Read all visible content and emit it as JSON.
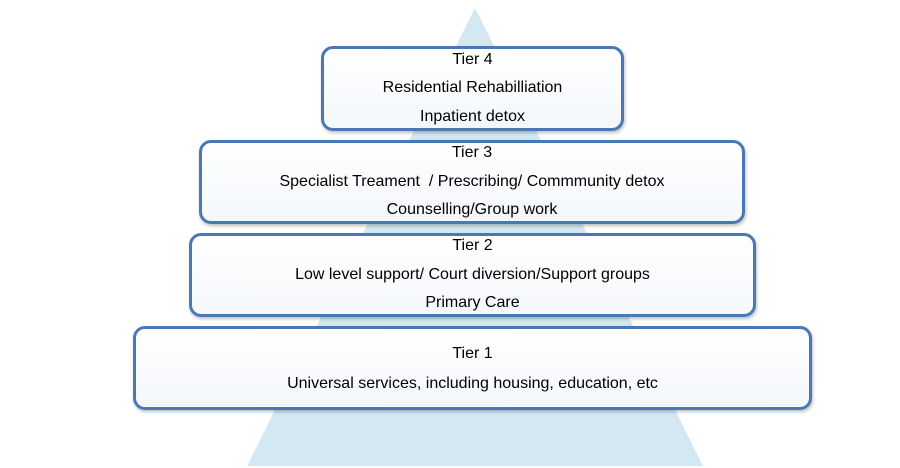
{
  "colors": {
    "pyramid_fill": "#d3e8f2",
    "box_border": "#4a78b5"
  },
  "tiers": [
    {
      "title": "Tier 4",
      "lines": [
        "Residential Rehabilliation",
        "Inpatient detox"
      ]
    },
    {
      "title": "Tier 3",
      "lines": [
        "Specialist Treament  / Prescribing/ Commmunity detox",
        "Counselling/Group work"
      ]
    },
    {
      "title": "Tier 2",
      "lines": [
        "Low level support/ Court diversion/Support groups",
        "Primary Care"
      ]
    },
    {
      "title": "Tier 1",
      "lines": [
        "Universal services, including housing, education, etc"
      ]
    }
  ]
}
